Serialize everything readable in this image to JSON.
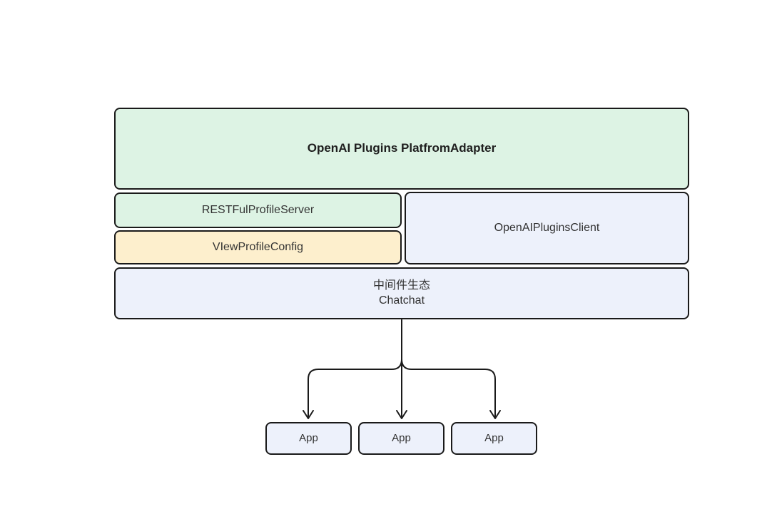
{
  "diagram": {
    "adapter": {
      "label": "OpenAI Plugins PlatfromAdapter"
    },
    "rest_server": {
      "label": "RESTFulProfileServer"
    },
    "view_config": {
      "label": "VIewProfileConfig"
    },
    "plugins_client": {
      "label": "OpenAIPluginsClient"
    },
    "middleware": {
      "line1": "中间件生态",
      "line2": "Chatchat"
    },
    "apps": [
      {
        "label": "App"
      },
      {
        "label": "App"
      },
      {
        "label": "App"
      }
    ],
    "colors": {
      "green_fill": "#ddf3e4",
      "yellow_fill": "#fdefcd",
      "lavender_fill": "#edf1fb",
      "border": "#1a1a1a",
      "text": "#333333",
      "background": "#ffffff"
    }
  }
}
